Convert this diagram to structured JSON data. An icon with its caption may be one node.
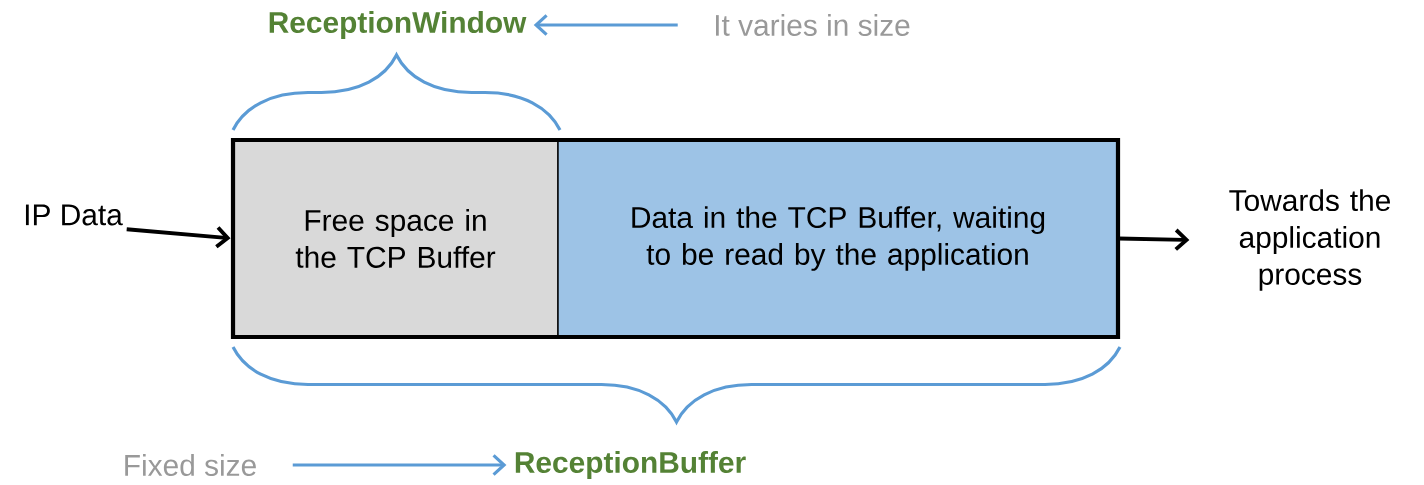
{
  "diagram": {
    "nodes": [
      {
        "text": [
          "IP Data"
        ]
      },
      {
        "text": [
          "Free space in the TCP Buffer"
        ]
      },
      {
        "text": [
          "Data in the TCP Buffer, waiting to be read by the application"
        ]
      },
      {
        "text": [
          "Towards the application process"
        ]
      },
      {
        "text": [
          "ReceptionWindow"
        ]
      },
      {
        "text": [
          "It varies in size"
        ]
      },
      {
        "text": [
          "Fixed size"
        ]
      },
      {
        "text": [
          "ReceptionBuffer"
        ]
      }
    ],
    "edges": [
      {
        "from": 0,
        "to": 1,
        "arrow": "to"
      },
      {
        "from": 2,
        "to": 3,
        "arrow": "to"
      },
      {
        "from": 5,
        "to": 4,
        "arrow": "to",
        "color": "#5b9bd5"
      },
      {
        "from": 6,
        "to": 7,
        "arrow": "to",
        "color": "#5b9bd5"
      }
    ]
  }
}
